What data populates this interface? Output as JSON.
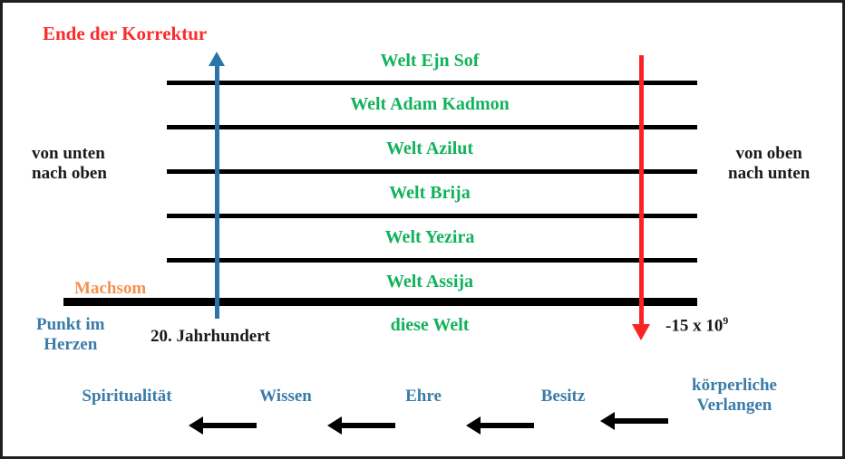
{
  "diagram": {
    "title_top_left": "Ende der Korrektur",
    "left_axis_caption": "von unten\nnach oben",
    "left_axis_caption_line1": "von unten",
    "left_axis_caption_line2": "nach oben",
    "right_axis_caption_line1": "von oben",
    "right_axis_caption_line2": "nach unten",
    "machsom_label": "Machsom",
    "heart_point_line1": "Punkt im",
    "heart_point_line2": "Herzen",
    "century_label": "20. Jahrhundert",
    "time_scale_label": "-15 x 10",
    "time_scale_exponent": "9",
    "worlds": [
      {
        "name": "Welt Ejn Sof"
      },
      {
        "name": "Welt Adam Kadmon"
      },
      {
        "name": "Welt Azilut"
      },
      {
        "name": "Welt Brija"
      },
      {
        "name": "Welt Yezira"
      },
      {
        "name": "Welt Assija"
      },
      {
        "name": "diese Welt"
      }
    ],
    "desire_chain": [
      {
        "label": "Spiritualität"
      },
      {
        "label": "Wissen"
      },
      {
        "label": "Ehre"
      },
      {
        "label": "Besitz"
      },
      {
        "label": "körperliche Verlangen",
        "line1": "körperliche",
        "line2": "Verlangen"
      }
    ],
    "colors": {
      "red": "#fc2b2b",
      "green": "#11b25b",
      "blue": "#3a7ca8",
      "arrow_blue": "#2b74a8",
      "orange": "#f6914d",
      "black": "#1a1a1a",
      "border": "#231f20"
    }
  }
}
